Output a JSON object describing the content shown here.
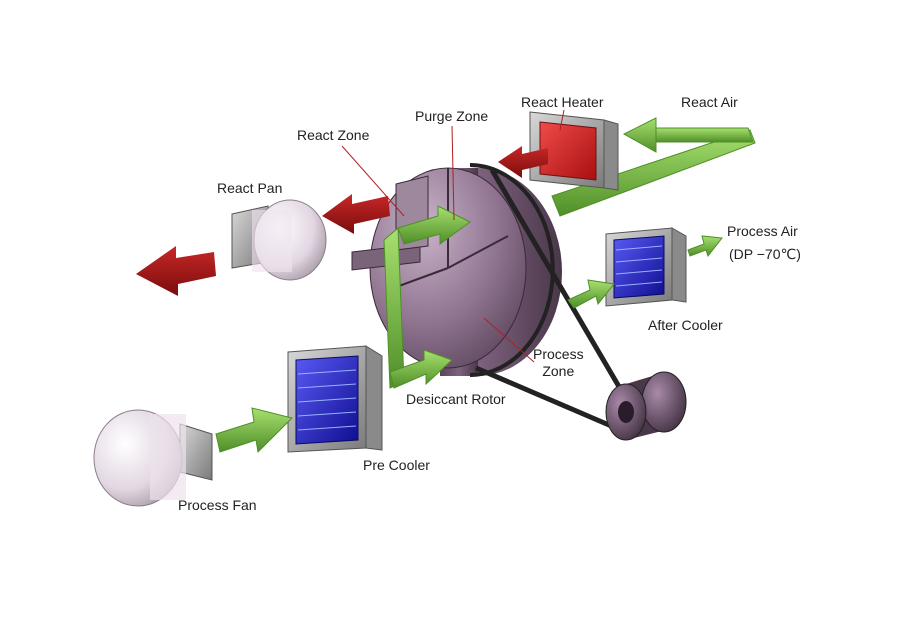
{
  "labels": {
    "react_air": "React Air",
    "react_heater": "React Heater",
    "purge_zone": "Purge Zone",
    "react_zone": "React Zone",
    "react_pan": "React Pan",
    "process_air": "Process Air",
    "process_air_dp": "(DP −70℃)",
    "after_cooler": "After Cooler",
    "process_zone_1": "Process",
    "process_zone_2": "Zone",
    "desiccant_rotor": "Desiccant Rotor",
    "pre_cooler": "Pre Cooler",
    "process_fan": "Process Fan"
  },
  "colors": {
    "react_arrow": "#a31616",
    "process_arrow": "#6fb83a",
    "rotor": "#8c6f8c",
    "heater_core": "#d42a2a",
    "cooler_core": "#2a2ad0",
    "housing": "#a8a8a8",
    "fan_body": "#e6dde6",
    "belt": "#2a2a2a"
  }
}
